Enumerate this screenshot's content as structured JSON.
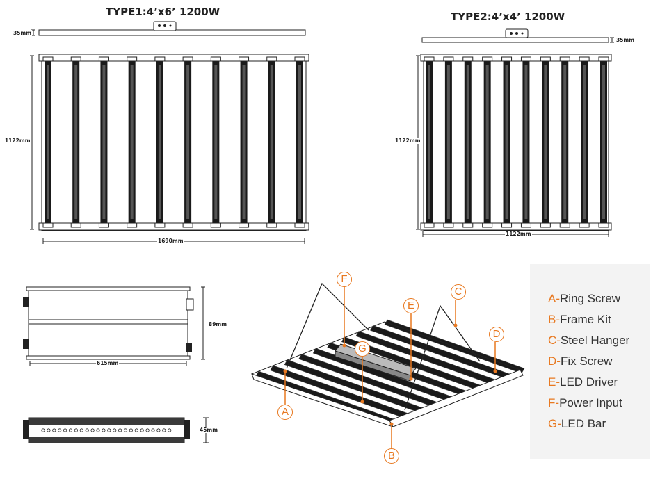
{
  "type1": {
    "title": "TYPE1:4’x6’ 1200W",
    "thickness_label": "35mm",
    "height_label": "1122mm",
    "width_label": "1690mm",
    "bars": 10
  },
  "type2": {
    "title": "TYPE2:4’x4’ 1200W",
    "thickness_label": "35mm",
    "height_label": "1122mm",
    "width_label": "1122mm",
    "bars": 10
  },
  "driver_top": {
    "height_label": "89mm",
    "width_label": "615mm"
  },
  "driver_side": {
    "height_label": "45mm"
  },
  "callouts": [
    "A",
    "B",
    "C",
    "D",
    "E",
    "F",
    "G"
  ],
  "legend": {
    "items": [
      {
        "letter": "A",
        "sep": "-",
        "text": "Ring Screw"
      },
      {
        "letter": "B",
        "sep": "-",
        "text": "Frame Kit"
      },
      {
        "letter": "C",
        "sep": "-",
        "text": "Steel Hanger"
      },
      {
        "letter": "D",
        "sep": "-",
        "text": "Fix Screw"
      },
      {
        "letter": "E",
        "sep": "-",
        "text": "LED Driver"
      },
      {
        "letter": "F",
        "sep": "-",
        "text": "Power Input"
      },
      {
        "letter": "G",
        "sep": "-",
        "text": "LED Bar"
      }
    ]
  },
  "colors": {
    "accent": "#e8781f",
    "ink": "#222222",
    "legend_bg": "#f3f3f3"
  }
}
